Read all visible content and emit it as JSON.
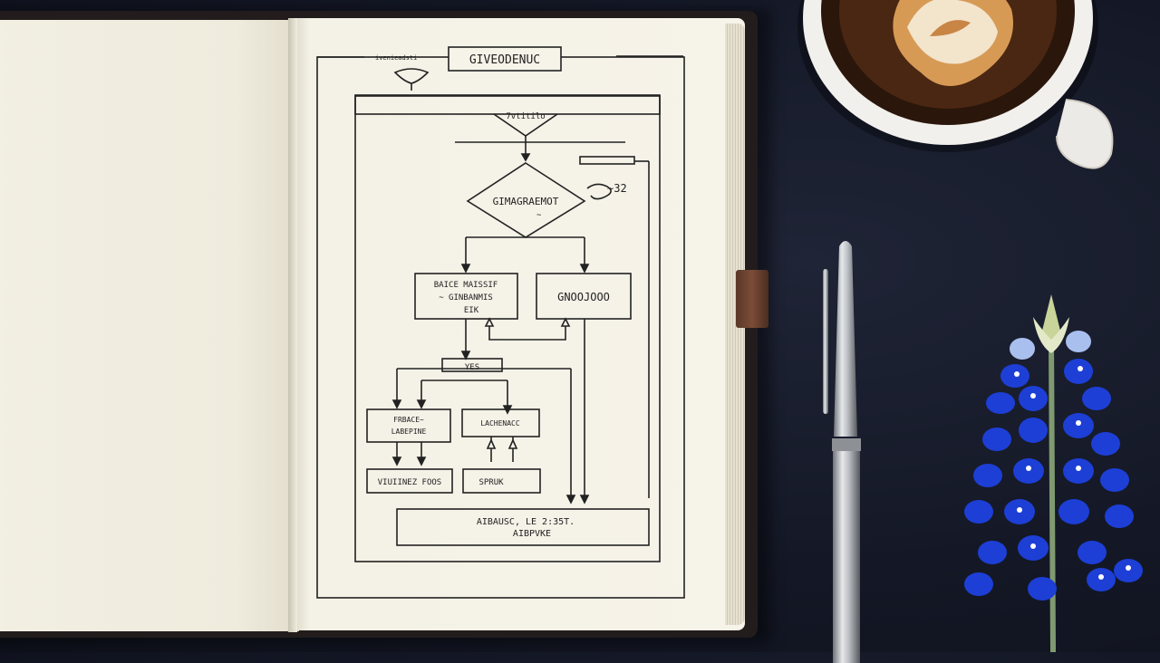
{
  "scene": {
    "description_free": true
  },
  "sketch": {
    "title": "GIVEODENUC",
    "top_left_note": "ivenieadsti",
    "funnel_label": "7vtitilo",
    "decision_label": "GIMAGRAEMOT",
    "decision_sub": "~",
    "right_note": "~32",
    "box_left_lines": [
      "BAICE  MAISSIF",
      "~ GINBANMIS",
      "EIK"
    ],
    "box_right": "GNOOJOOO",
    "merge_label": "YES",
    "small_left_lines": [
      "FRBACE~",
      "LABEPINE"
    ],
    "small_right": "LACHENACC",
    "bottom_left": "VIUIINEZ  FOOS",
    "bottom_mid": "SPRUK",
    "footer_lines": [
      "AIBAUSC,   LE   2:35T.",
      "AIBPVKE"
    ]
  },
  "colors": {
    "background": "#141826",
    "paper": "#f6f3e9",
    "ink": "#222222",
    "flower": "#1d3fd6"
  }
}
